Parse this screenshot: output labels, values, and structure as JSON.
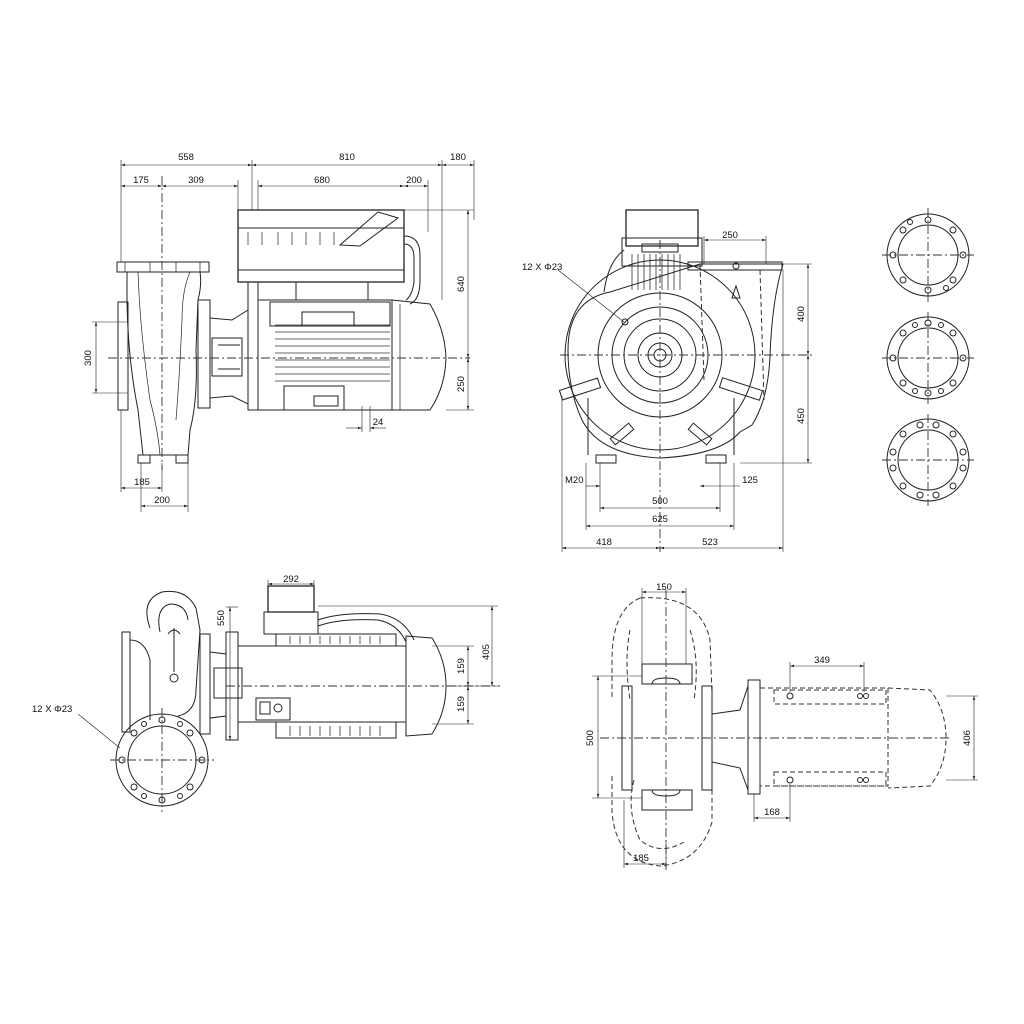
{
  "dimensions": {
    "front": {
      "d558": "558",
      "d810": "810",
      "d180": "180",
      "d175": "175",
      "d309": "309",
      "d680": "680",
      "d200_top": "200",
      "d640": "640",
      "d250_v": "250",
      "d300": "300",
      "d24": "24",
      "d185": "185",
      "d200_bottom": "200"
    },
    "end": {
      "holes": "12 X Φ23",
      "d250_h": "250",
      "d400": "400",
      "d450": "450",
      "m20": "M20",
      "d125": "125",
      "d500": "500",
      "d625": "625",
      "d418": "418",
      "d523": "523"
    },
    "side": {
      "d292": "292",
      "d550": "550",
      "d405": "405",
      "d159_a": "159",
      "d159_b": "159",
      "holes": "12 X Φ23"
    },
    "top": {
      "d150": "150",
      "d349": "349",
      "d500": "500",
      "d406": "406",
      "d168": "168",
      "d185": "185"
    }
  },
  "flange_views": {
    "count": 3
  }
}
